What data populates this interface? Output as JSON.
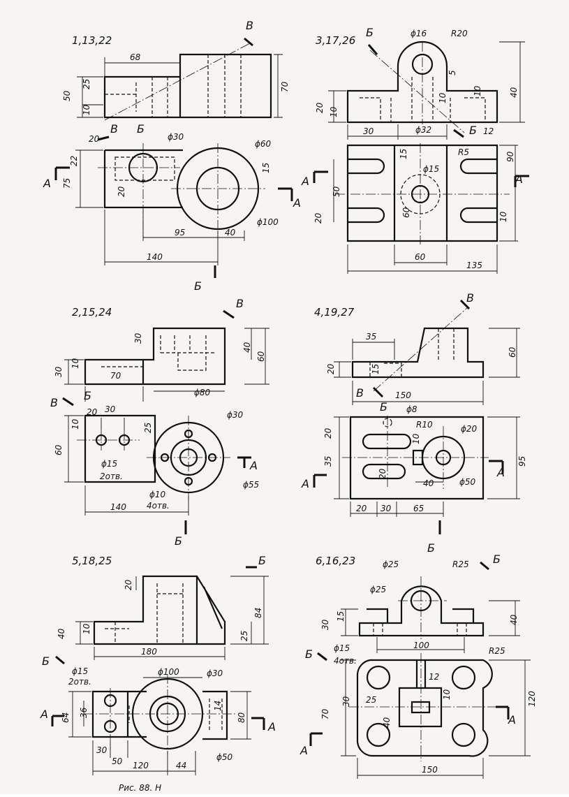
{
  "caption": "Рис. 88. Н",
  "panels": [
    {
      "variants": "1,13,22",
      "section_labels": [
        "В",
        "В",
        "Б",
        "А",
        "А",
        "Б"
      ],
      "dimensions": [
        "68",
        "50",
        "25",
        "10",
        "70",
        "20",
        "22",
        "75",
        "20",
        "ϕ30",
        "ϕ60",
        "15",
        "95",
        "40",
        "ϕ100",
        "140"
      ]
    },
    {
      "variants": "3,17,26",
      "section_labels": [
        "Б",
        "Б",
        "А",
        "А"
      ],
      "dimensions": [
        "ϕ16",
        "R20",
        "5",
        "10",
        "10",
        "40",
        "20",
        "10",
        "30",
        "ϕ32",
        "12",
        "15",
        "R5",
        "90",
        "50",
        "ϕ15",
        "20",
        "60",
        "10",
        "60",
        "135"
      ]
    },
    {
      "variants": "2,15,24",
      "section_labels": [
        "В",
        "В",
        "Б",
        "А",
        "Б"
      ],
      "dimensions": [
        "30",
        "40",
        "60",
        "30",
        "10",
        "70",
        "ϕ80",
        "20",
        "30",
        "10",
        "25",
        "60",
        "ϕ30",
        "ϕ15",
        "2отв.",
        "ϕ55",
        "ϕ10",
        "4отв.",
        "140"
      ]
    },
    {
      "variants": "4,19,27",
      "section_labels": [
        "В",
        "В",
        "Б",
        "А",
        "А",
        "Б"
      ],
      "dimensions": [
        "35",
        "60",
        "20",
        "15",
        "150",
        "ϕ8",
        "R10",
        "ϕ20",
        "20",
        "10",
        "95",
        "35",
        "20",
        "40",
        "ϕ50",
        "20",
        "30",
        "65"
      ]
    },
    {
      "variants": "5,18,25",
      "section_labels": [
        "Б",
        "Б",
        "А",
        "А"
      ],
      "dimensions": [
        "20",
        "84",
        "40",
        "10",
        "25",
        "180",
        "ϕ100",
        "ϕ30",
        "ϕ15",
        "2отв.",
        "64",
        "36",
        "14",
        "80",
        "30",
        "50",
        "120",
        "44",
        "ϕ50"
      ]
    },
    {
      "variants": "6,16,23",
      "section_labels": [
        "Б",
        "Б",
        "А",
        "А"
      ],
      "dimensions": [
        "ϕ25",
        "R25",
        "ϕ25",
        "30",
        "15",
        "40",
        "100",
        "ϕ15",
        "4отв.",
        "R25",
        "12",
        "70",
        "30",
        "25",
        "10",
        "120",
        "40",
        "150"
      ]
    }
  ]
}
